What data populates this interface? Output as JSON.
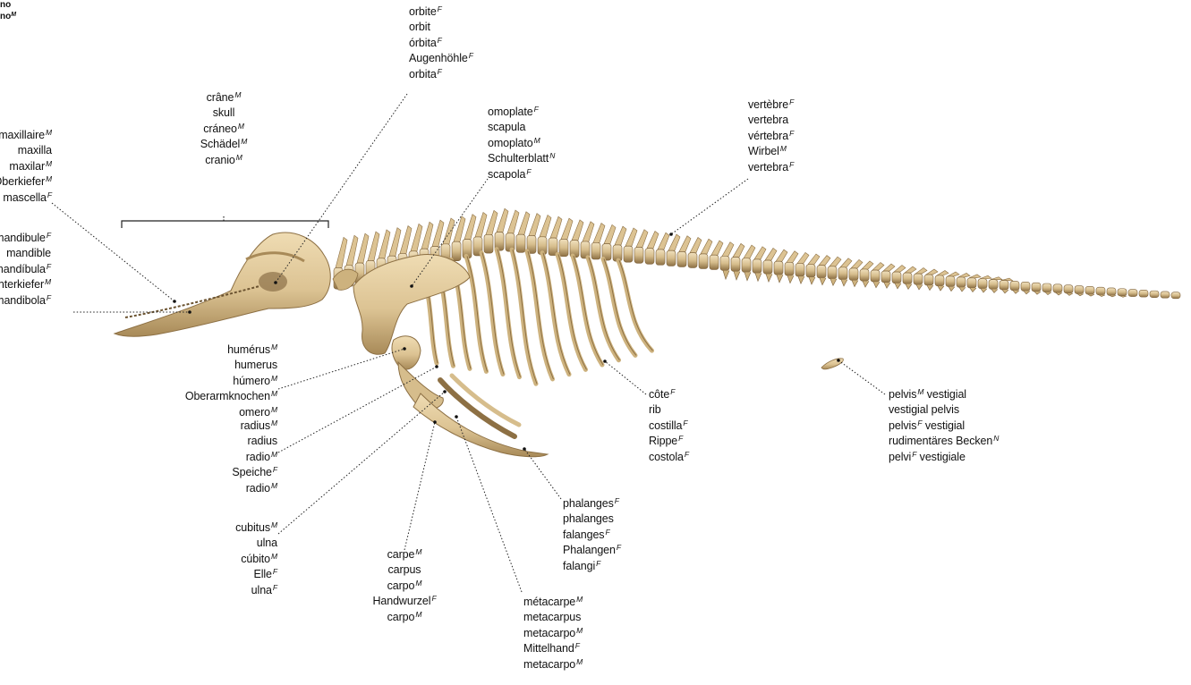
{
  "corner": {
    "line1": "no",
    "line2": "no",
    "gender": "M"
  },
  "labels": [
    {
      "id": "orbit",
      "align": "left",
      "lines": [
        {
          "t": "orbite",
          "g": "F"
        },
        {
          "t": "orbit",
          "g": ""
        },
        {
          "t": "órbita",
          "g": "F"
        },
        {
          "t": "Augenhöhle",
          "g": "F"
        },
        {
          "t": "orbita",
          "g": "F"
        }
      ]
    },
    {
      "id": "skull",
      "align": "center",
      "lines": [
        {
          "t": "crâne",
          "g": "M"
        },
        {
          "t": "skull",
          "g": ""
        },
        {
          "t": "cráneo",
          "g": "M"
        },
        {
          "t": "Schädel",
          "g": "M"
        },
        {
          "t": "cranio",
          "g": "M"
        }
      ]
    },
    {
      "id": "maxilla",
      "align": "right",
      "lines": [
        {
          "t": "maxillaire",
          "g": "M"
        },
        {
          "t": "maxilla",
          "g": ""
        },
        {
          "t": "maxilar",
          "g": "M"
        },
        {
          "t": "Oberkiefer",
          "g": "M"
        },
        {
          "t": "mascella",
          "g": "F"
        }
      ]
    },
    {
      "id": "mandible",
      "align": "right",
      "lines": [
        {
          "t": "mandibule",
          "g": "F"
        },
        {
          "t": "mandible",
          "g": ""
        },
        {
          "t": "mandíbula",
          "g": "F"
        },
        {
          "t": "Unterkiefer",
          "g": "M"
        },
        {
          "t": "mandibola",
          "g": "F"
        }
      ]
    },
    {
      "id": "scapula",
      "align": "left",
      "lines": [
        {
          "t": "omoplate",
          "g": "F"
        },
        {
          "t": "scapula",
          "g": ""
        },
        {
          "t": "omoplato",
          "g": "M"
        },
        {
          "t": "Schulterblatt",
          "g": "N"
        },
        {
          "t": "scapola",
          "g": "F"
        }
      ]
    },
    {
      "id": "vertebra",
      "align": "left",
      "lines": [
        {
          "t": "vertèbre",
          "g": "F"
        },
        {
          "t": "vertebra",
          "g": ""
        },
        {
          "t": "vértebra",
          "g": "F"
        },
        {
          "t": "Wirbel",
          "g": "M"
        },
        {
          "t": "vertebra",
          "g": "F"
        }
      ]
    },
    {
      "id": "humerus",
      "align": "right",
      "lines": [
        {
          "t": "humérus",
          "g": "M"
        },
        {
          "t": "humerus",
          "g": ""
        },
        {
          "t": "húmero",
          "g": "M"
        },
        {
          "t": "Oberarmknochen",
          "g": "M"
        },
        {
          "t": "omero",
          "g": "M"
        }
      ]
    },
    {
      "id": "radius",
      "align": "right",
      "lines": [
        {
          "t": "radius",
          "g": "M"
        },
        {
          "t": "radius",
          "g": ""
        },
        {
          "t": "radio",
          "g": "M"
        },
        {
          "t": "Speiche",
          "g": "F"
        },
        {
          "t": "radio",
          "g": "M"
        }
      ]
    },
    {
      "id": "ulna",
      "align": "right",
      "lines": [
        {
          "t": "cubitus",
          "g": "M"
        },
        {
          "t": "ulna",
          "g": ""
        },
        {
          "t": "cúbito",
          "g": "M"
        },
        {
          "t": "Elle",
          "g": "F"
        },
        {
          "t": "ulna",
          "g": "F"
        }
      ]
    },
    {
      "id": "carpus",
      "align": "center",
      "lines": [
        {
          "t": "carpe",
          "g": "M"
        },
        {
          "t": "carpus",
          "g": ""
        },
        {
          "t": "carpo",
          "g": "M"
        },
        {
          "t": "Handwurzel",
          "g": "F"
        },
        {
          "t": "carpo",
          "g": "M"
        }
      ]
    },
    {
      "id": "metacarpus",
      "align": "left",
      "lines": [
        {
          "t": "métacarpe",
          "g": "M"
        },
        {
          "t": "metacarpus",
          "g": ""
        },
        {
          "t": "metacarpo",
          "g": "M"
        },
        {
          "t": "Mittelhand",
          "g": "F"
        },
        {
          "t": "metacarpo",
          "g": "M"
        }
      ]
    },
    {
      "id": "phalanges",
      "align": "left",
      "lines": [
        {
          "t": "phalanges",
          "g": "F"
        },
        {
          "t": "phalanges",
          "g": ""
        },
        {
          "t": "falanges",
          "g": "F"
        },
        {
          "t": "Phalangen",
          "g": "F"
        },
        {
          "t": "falangi",
          "g": "F"
        }
      ]
    },
    {
      "id": "rib",
      "align": "left",
      "lines": [
        {
          "t": "côte",
          "g": "F"
        },
        {
          "t": "rib",
          "g": ""
        },
        {
          "t": "costilla",
          "g": "F"
        },
        {
          "t": "Rippe",
          "g": "F"
        },
        {
          "t": "costola",
          "g": "F"
        }
      ]
    },
    {
      "id": "pelvis",
      "align": "left",
      "lines": [
        {
          "t": "pelvis",
          "g": "M",
          "s": "vestigial"
        },
        {
          "t": "vestigial pelvis",
          "g": ""
        },
        {
          "t": "pelvis",
          "g": "F",
          "s": "vestigial"
        },
        {
          "t": "rudimentäres Becken",
          "g": "N"
        },
        {
          "t": "pelvi",
          "g": "F",
          "s": "vestigiale"
        }
      ]
    }
  ],
  "colors": {
    "bone": "#e2cca0",
    "bone_shade": "#b89a6a",
    "bone_dark": "#6b5330",
    "line": "#222222"
  }
}
